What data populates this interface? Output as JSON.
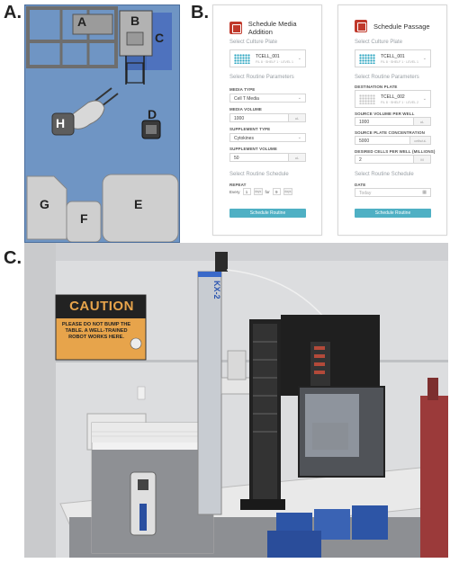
{
  "panel_labels": {
    "a": "A.",
    "b": "B.",
    "c": "C."
  },
  "layout_labels": [
    "A",
    "B",
    "C",
    "D",
    "E",
    "F",
    "G",
    "H"
  ],
  "media_form": {
    "title": "Schedule Media Addition",
    "select_plate_heading": "Select Culture Plate",
    "plate_name": "TCELL_001",
    "plate_sub": "F/L 8 · SHELF 1 · LEVEL 1",
    "routine_params_heading": "Select Routine Parameters",
    "media_type_label": "MEDIA TYPE",
    "media_type_value": "Cell T Media",
    "media_volume_label": "MEDIA VOLUME",
    "media_volume_value": "1000",
    "media_volume_unit": "uL",
    "supplement_type_label": "SUPPLEMENT TYPE",
    "supplement_type_value": "Cytokines",
    "supplement_volume_label": "SUPPLEMENT VOLUME",
    "supplement_volume_value": "50",
    "supplement_volume_unit": "uL",
    "schedule_heading": "Select Routine Schedule",
    "repeat_label": "REPEAT",
    "repeat_every": "Every",
    "repeat_n": "1",
    "repeat_unit1": "days",
    "repeat_for": "for",
    "repeat_m": "9",
    "repeat_unit2": "days",
    "button": "Schedule Routine"
  },
  "passage_form": {
    "title": "Schedule Passage",
    "select_plate_heading": "Select Culture Plate",
    "plate_name": "TCELL_001",
    "plate_sub": "F/L 8 · SHELF 1 · LEVEL 1",
    "routine_params_heading": "Select Routine Parameters",
    "dest_plate_label": "DESTINATION PLATE",
    "dest_plate_name": "TCELL_002",
    "dest_plate_sub": "F/L 8 · SHELF 1 · LEVEL 2",
    "source_volume_label": "SOURCE VOLUME PER WELL",
    "source_volume_value": "1000",
    "source_volume_unit": "uL",
    "source_conc_label": "SOURCE PLATE CONCENTRATION",
    "source_conc_value": "5000",
    "source_conc_unit": "cells/uL",
    "desired_cells_label": "DESIRED CELLS PER WELL (MILLIONS)",
    "desired_cells_value": "2",
    "desired_cells_unit": "M",
    "schedule_heading": "Select Routine Schedule",
    "date_label": "DATE",
    "date_placeholder": "Today",
    "button": "Schedule Routine"
  },
  "photo": {
    "sign_title": "CAUTION",
    "sign_text": "PLEASE DO NOT BUMP THE TABLE. A WELL-TRAINED ROBOT WORKS HERE.",
    "robot_brand": "KX-2"
  },
  "colors": {
    "floor_blue": "#6f95c4",
    "teal_button": "#4fb0c4",
    "brand_red": "#c0392b",
    "sign_orange": "#e7a44b",
    "sign_black": "#222222"
  }
}
